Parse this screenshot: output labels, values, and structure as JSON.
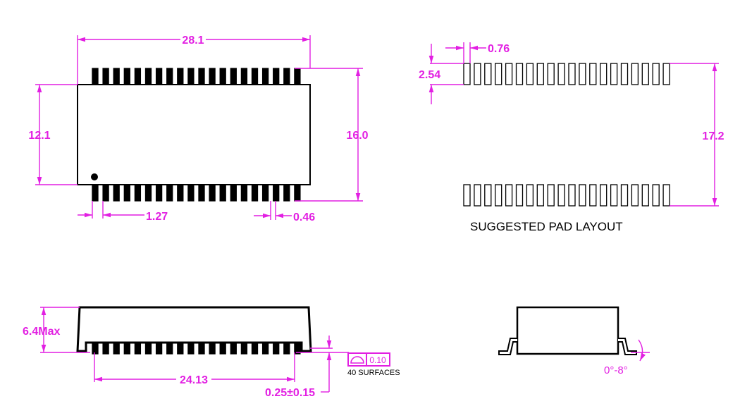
{
  "top_view": {
    "width_dim": "28.1",
    "body_height_dim": "12.1",
    "overall_height_dim": "16.0",
    "pitch_dim": "1.27",
    "pin_width_dim": "0.46"
  },
  "pad_layout": {
    "pad_width_dim": "0.76",
    "pad_length_dim": "2.54",
    "row_span_dim": "17.2",
    "caption": "SUGGESTED PAD LAYOUT"
  },
  "side_view": {
    "height_dim": "6.4Max",
    "span_dim": "24.13",
    "standoff_dim": "0.25±0.15",
    "flatness_value": "0.10",
    "flatness_note": "40 SURFACES"
  },
  "end_view": {
    "angle_dim": "0°-8°"
  },
  "colors": {
    "dimension": "#e21fe2",
    "outline": "#000000"
  }
}
